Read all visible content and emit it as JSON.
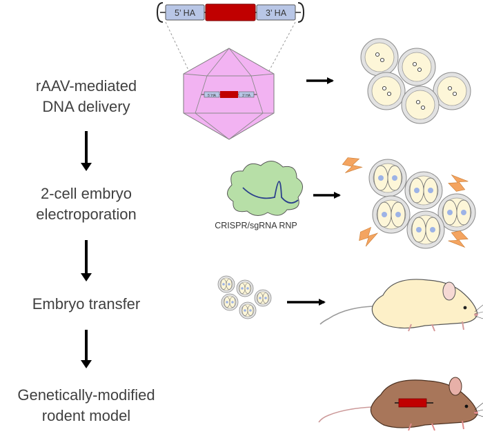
{
  "steps": [
    {
      "line1": "rAAV-mediated",
      "line2": "DNA delivery"
    },
    {
      "line1": "2-cell embryo",
      "line2": "electroporation"
    },
    {
      "line1": "Embryo transfer",
      "line2": ""
    },
    {
      "line1": "Genetically-modified",
      "line2": "rodent model"
    }
  ],
  "construct": {
    "left_arm": "5’ HA",
    "right_arm": "3’ HA",
    "small_left": "5’ HA",
    "small_right": "3’ HA"
  },
  "rnp_label": "CRISPR/sgRNA RNP",
  "colors": {
    "homology_arm": "#b8c6e6",
    "insert": "#c00000",
    "capsid": "#f2b3f2",
    "embryo_fill": "#fdf6d8",
    "nucleus": "#9db3e6",
    "rnp_blob": "#b7dfa7",
    "spark": "#f4a460",
    "white_mouse": "#fdf0c8",
    "brown_mouse": "#a8765a"
  },
  "icons": [
    "virus-capsid-icon",
    "one-cell-embryo-icon",
    "two-cell-embryo-icon",
    "lightning-icon",
    "mouse-icon",
    "rnp-blob-icon"
  ]
}
